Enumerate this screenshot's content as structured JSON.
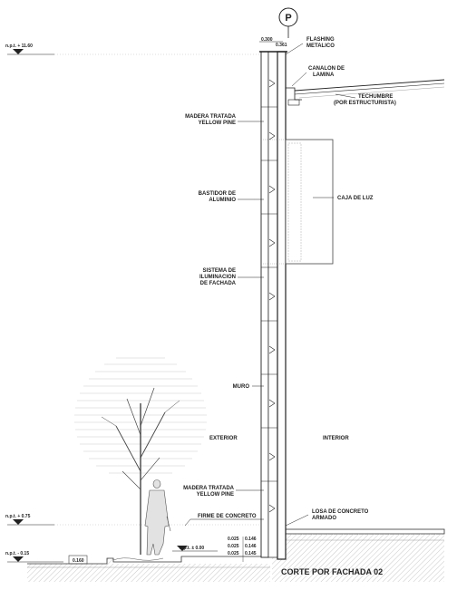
{
  "grid_bubble": "P",
  "levels": {
    "top": "n.p.t. + 11.60",
    "mid": "n.p.t. + 0.75",
    "low": "n.p.t. - 0.15",
    "floor": "n.p.t. ± 0.00"
  },
  "dims": {
    "wall_outer": "0.300",
    "wall_inner": "0.361",
    "step": "0.160",
    "d1": "0.025",
    "d2": "0.025",
    "d3": "0.025",
    "d4": "0.146",
    "d5": "0.146",
    "d6": "0.145"
  },
  "labels": {
    "flashing": [
      "FLASHING",
      "METALICO"
    ],
    "canalon": [
      "CANALON DE",
      "LAMINA"
    ],
    "techumbre": [
      "TECHUMBRE",
      "(POR ESTRUCTURISTA)"
    ],
    "madera_top": [
      "MADERA TRATADA",
      "YELLOW PINE"
    ],
    "bastidor": [
      "BASTIDOR DE",
      "ALUMINIO"
    ],
    "caja": "CAJA DE LUZ",
    "sistema": [
      "SISTEMA DE",
      "ILUMINACION",
      "DE FACHADA"
    ],
    "muro": "MURO",
    "exterior": "EXTERIOR",
    "interior": "INTERIOR",
    "madera_bottom": [
      "MADERA TRATADA",
      "YELLOW PINE"
    ],
    "firme": "FIRME DE CONCRETO",
    "losa": [
      "LOSA DE CONCRETO",
      "ARMADO"
    ]
  },
  "title": "CORTE POR FACHADA 02"
}
